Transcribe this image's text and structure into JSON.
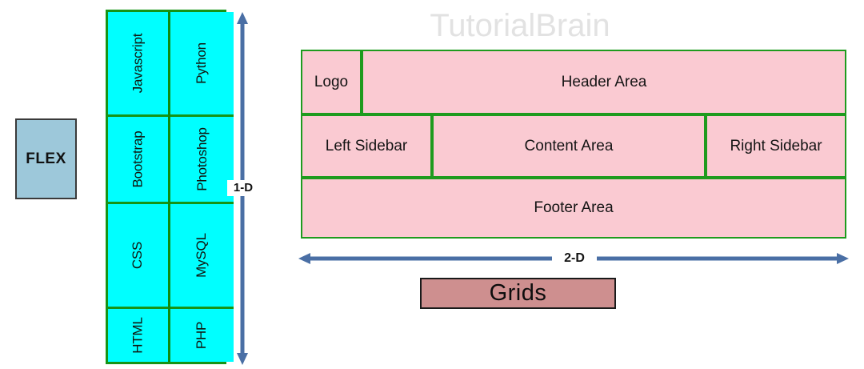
{
  "watermark": {
    "text": "TutorialBrain"
  },
  "flex_section": {
    "label_box": {
      "text": "FLEX"
    },
    "axis": {
      "label": "1-D",
      "direction": "vertical",
      "arrow_color": "#4A6FA5"
    },
    "container_colors": {
      "fill": "#00FFFF",
      "border": "#169416"
    },
    "columns": [
      {
        "name": "column-1",
        "items": [
          {
            "label": "Javascript"
          },
          {
            "label": "Bootstrap"
          },
          {
            "label": "CSS"
          },
          {
            "label": "HTML"
          }
        ]
      },
      {
        "name": "column-2",
        "items": [
          {
            "label": "Python"
          },
          {
            "label": "Photoshop"
          },
          {
            "label": "MySQL"
          },
          {
            "label": "PHP"
          }
        ]
      }
    ]
  },
  "grid_section": {
    "label_box": {
      "text": "Grids"
    },
    "axis": {
      "label": "2-D",
      "direction": "horizontal",
      "arrow_color": "#4A6FA5"
    },
    "cell_colors": {
      "fill": "#FACAD2",
      "border": "#1E9B1E"
    },
    "rows": [
      {
        "name": "header-row",
        "cells": [
          {
            "label": "Logo"
          },
          {
            "label": "Header Area"
          }
        ]
      },
      {
        "name": "body-row",
        "cells": [
          {
            "label": "Left Sidebar"
          },
          {
            "label": "Content Area"
          },
          {
            "label": "Right Sidebar"
          }
        ]
      },
      {
        "name": "footer-row",
        "cells": [
          {
            "label": "Footer Area"
          }
        ]
      }
    ]
  }
}
